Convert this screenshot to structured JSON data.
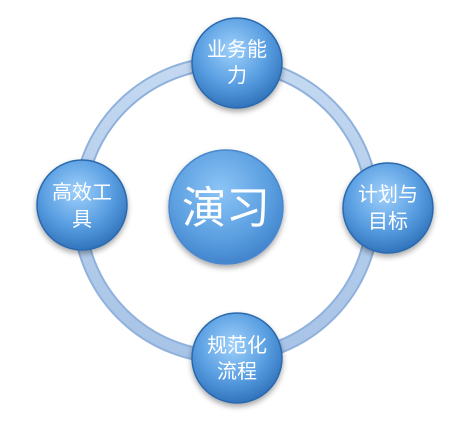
{
  "diagram": {
    "center": {
      "label": "演习"
    },
    "nodes": [
      {
        "id": "top",
        "lines": [
          "业务能",
          "力"
        ]
      },
      {
        "id": "right",
        "lines": [
          "计划与",
          "目标"
        ]
      },
      {
        "id": "bottom",
        "lines": [
          "规范化",
          "流程"
        ]
      },
      {
        "id": "left",
        "lines": [
          "高效工",
          "具"
        ]
      }
    ],
    "colors": {
      "ring": "#a9c6e8",
      "ring_edge": "#8fb1dc",
      "node_light": "#8ec3f5",
      "node_mid": "#4e95dc",
      "node_dark": "#1f5fa8",
      "text": "#ffffff"
    }
  }
}
